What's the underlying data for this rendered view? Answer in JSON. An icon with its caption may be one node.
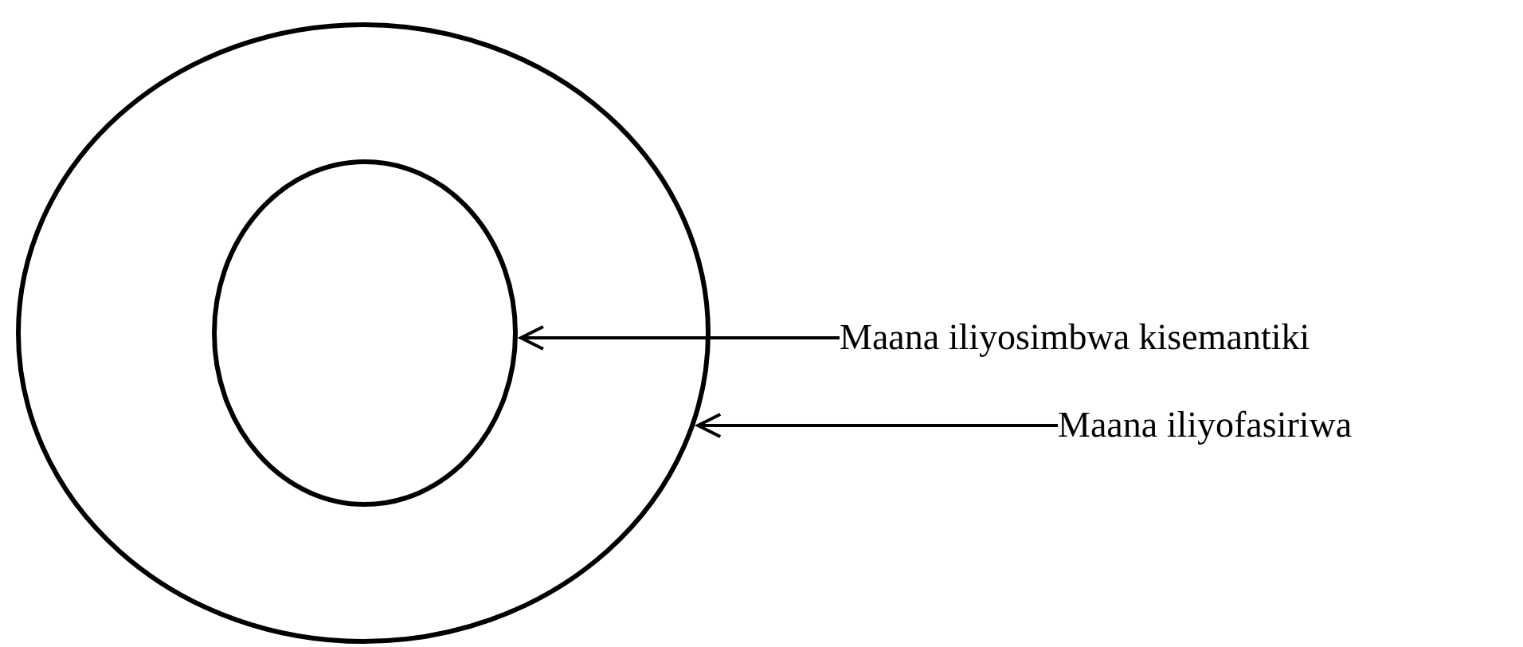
{
  "diagram": {
    "nodes": [
      {
        "text": [],
        "shape": "circle"
      },
      {
        "text": [],
        "shape": "circle",
        "in": 0
      },
      {
        "text": [
          "Maana iliyosimbwa kisemantiki"
        ]
      },
      {
        "text": [
          "Maana iliyofasiriwa"
        ]
      }
    ],
    "edges": [
      {
        "from": 2,
        "to": 1,
        "arrow": "to"
      },
      {
        "from": 3,
        "to": 0,
        "arrow": "to"
      }
    ]
  }
}
